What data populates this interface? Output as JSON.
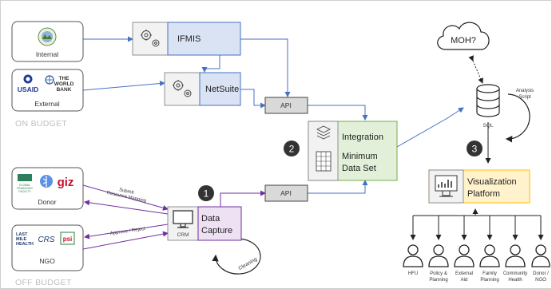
{
  "sections": {
    "on_budget": "ON BUDGET",
    "off_budget": "OFF BUDGET"
  },
  "sources": {
    "internal": "Internal",
    "external": "External",
    "usaid": "USAID",
    "world_bank_line1": "THE",
    "world_bank_line2": "WORLD",
    "world_bank_line3": "BANK",
    "donor": "Donor",
    "ngo": "NGO",
    "gff_line1": "GLOBAL",
    "gff_line2": "FINANCING",
    "gff_line3": "FACILITY",
    "giz": "giz",
    "lmh_line1": "LAST",
    "lmh_line2": "MILE",
    "lmh_line3": "HEALTH",
    "crs": "CRS",
    "psi": "psi"
  },
  "systems": {
    "ifmis": "IFMIS",
    "netsuite": "NetSuite",
    "api_top": "API",
    "api_bottom": "API",
    "integration": "Integration",
    "mds_line1": "Minimum",
    "mds_line2": "Data Set",
    "data_capture_line1": "Data",
    "data_capture_line2": "Capture",
    "crm": "CRM",
    "sql": "SQL",
    "moh": "MOH?",
    "analysis_line1": "Analysis",
    "analysis_line2": "Script",
    "viz_line1": "Visualization",
    "viz_line2": "Platform",
    "cleaning": "Cleaning"
  },
  "flows": {
    "submit_line1": "Submit",
    "submit_line2": "Resource Mapping",
    "approve": "Approve / Reject"
  },
  "steps": [
    "1",
    "2",
    "3"
  ],
  "users": [
    {
      "line1": "HFU",
      "line2": ""
    },
    {
      "line1": "Policy &",
      "line2": "Planning"
    },
    {
      "line1": "External",
      "line2": "Aid"
    },
    {
      "line1": "Family",
      "line2": "Planning"
    },
    {
      "line1": "Community",
      "line2": "Health"
    },
    {
      "line1": "Donor /",
      "line2": "NGO"
    }
  ],
  "colors": {
    "ifmis_fill": "#dae3f3",
    "ifmis_stroke": "#4472c4",
    "integration_fill": "#e2f0d9",
    "integration_stroke": "#70ad47",
    "capture_fill": "#ede1f3",
    "capture_stroke": "#7030a0",
    "viz_fill": "#fff2cc",
    "viz_stroke": "#ffc000",
    "arrow_blue": "#4472c4",
    "arrow_purple": "#7030a0",
    "step_badge": "#333333"
  }
}
